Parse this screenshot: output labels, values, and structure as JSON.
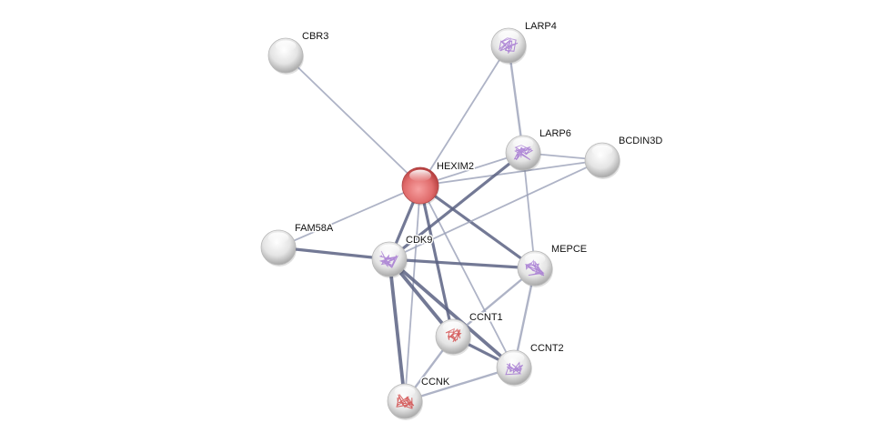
{
  "network": {
    "nodes": [
      {
        "id": "CBR3",
        "label": "CBR3",
        "type": "plain"
      },
      {
        "id": "LARP4",
        "label": "LARP4",
        "type": "structure-purple"
      },
      {
        "id": "LARP6",
        "label": "LARP6",
        "type": "structure-purple"
      },
      {
        "id": "BCDIN3D",
        "label": "BCDIN3D",
        "type": "plain"
      },
      {
        "id": "HEXIM2",
        "label": "HEXIM2",
        "type": "query"
      },
      {
        "id": "FAM58A",
        "label": "FAM58A",
        "type": "plain"
      },
      {
        "id": "CDK9",
        "label": "CDK9",
        "type": "structure-purple"
      },
      {
        "id": "MEPCE",
        "label": "MEPCE",
        "type": "structure-purple"
      },
      {
        "id": "CCNT1",
        "label": "CCNT1",
        "type": "structure-red"
      },
      {
        "id": "CCNT2",
        "label": "CCNT2",
        "type": "structure-purple"
      },
      {
        "id": "CCNK",
        "label": "CCNK",
        "type": "structure-red"
      }
    ],
    "edges": [
      [
        "CBR3",
        "HEXIM2",
        1
      ],
      [
        "LARP4",
        "HEXIM2",
        1
      ],
      [
        "LARP4",
        "LARP6",
        2
      ],
      [
        "HEXIM2",
        "LARP6",
        1
      ],
      [
        "HEXIM2",
        "BCDIN3D",
        1
      ],
      [
        "LARP6",
        "BCDIN3D",
        1
      ],
      [
        "HEXIM2",
        "FAM58A",
        1
      ],
      [
        "FAM58A",
        "CDK9",
        3
      ],
      [
        "HEXIM2",
        "CDK9",
        3
      ],
      [
        "HEXIM2",
        "MEPCE",
        3
      ],
      [
        "HEXIM2",
        "CCNT1",
        3
      ],
      [
        "HEXIM2",
        "CCNT2",
        1
      ],
      [
        "HEXIM2",
        "CCNK",
        1
      ],
      [
        "LARP6",
        "CDK9",
        3
      ],
      [
        "BCDIN3D",
        "CDK9",
        1
      ],
      [
        "LARP6",
        "MEPCE",
        1
      ],
      [
        "CDK9",
        "MEPCE",
        3
      ],
      [
        "CDK9",
        "CCNT1",
        4
      ],
      [
        "CDK9",
        "CCNT2",
        4
      ],
      [
        "CDK9",
        "CCNK",
        4
      ],
      [
        "MEPCE",
        "CCNT1",
        2
      ],
      [
        "MEPCE",
        "CCNT2",
        2
      ],
      [
        "CCNT1",
        "CCNK",
        2
      ],
      [
        "CCNT1",
        "CCNT2",
        3
      ],
      [
        "CCNK",
        "CCNT2",
        2
      ]
    ],
    "colors": {
      "edge": "#9aa0b8",
      "edge_strong": "#5a6283",
      "query": "#e06b6b",
      "node": "#e6e6e6",
      "struct_purple": "#a070d0",
      "struct_red": "#d04040"
    }
  }
}
